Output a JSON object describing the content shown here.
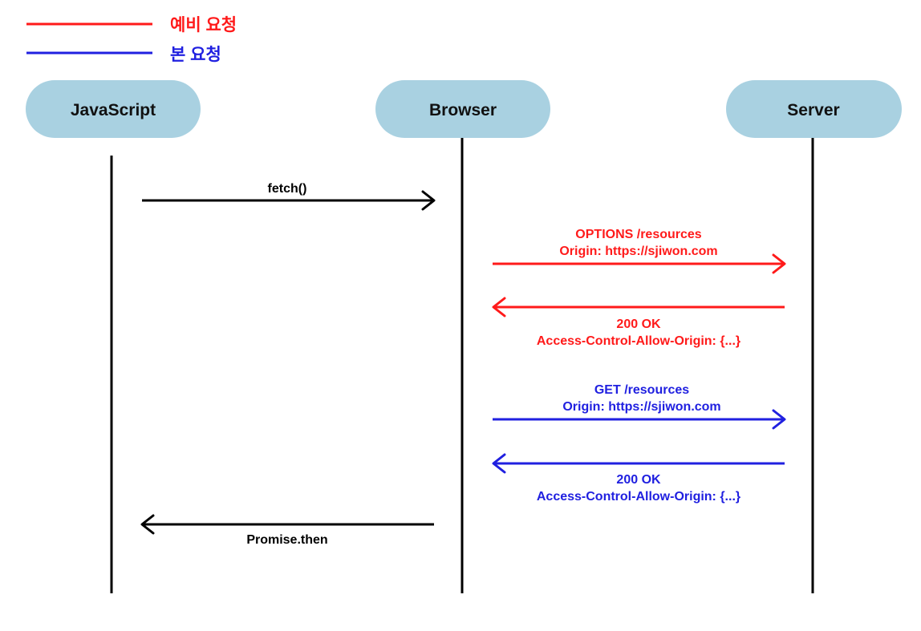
{
  "colors": {
    "preflight": "#ff1a1a",
    "main": "#2020e0",
    "black": "#000000",
    "lifeline_head": "#a9d1e1"
  },
  "legend": [
    {
      "label": "예비 요청",
      "color": "#ff1a1a"
    },
    {
      "label": "본 요청",
      "color": "#2020e0"
    }
  ],
  "participants": [
    {
      "id": "js",
      "label": "JavaScript"
    },
    {
      "id": "browser",
      "label": "Browser"
    },
    {
      "id": "server",
      "label": "Server"
    }
  ],
  "messages": [
    {
      "from": "js",
      "to": "browser",
      "color": "black",
      "lines": [
        "fetch()"
      ]
    },
    {
      "from": "browser",
      "to": "server",
      "color": "preflight",
      "lines": [
        "OPTIONS /resources",
        "Origin: https://sjiwon.com"
      ]
    },
    {
      "from": "server",
      "to": "browser",
      "color": "preflight",
      "lines": [
        "200 OK",
        "Access-Control-Allow-Origin: {...}"
      ]
    },
    {
      "from": "browser",
      "to": "server",
      "color": "main",
      "lines": [
        "GET /resources",
        "Origin: https://sjiwon.com"
      ]
    },
    {
      "from": "server",
      "to": "browser",
      "color": "main",
      "lines": [
        "200 OK",
        "Access-Control-Allow-Origin: {...}"
      ]
    },
    {
      "from": "browser",
      "to": "js",
      "color": "black",
      "lines": [
        "Promise.then"
      ]
    }
  ]
}
